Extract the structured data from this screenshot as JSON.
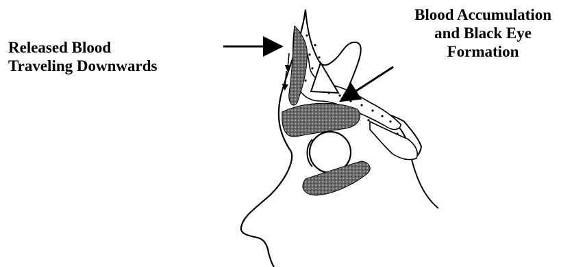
{
  "labels": {
    "left": [
      "Released Blood",
      "Traveling Downwards"
    ],
    "right": [
      "Blood Accumulation",
      "and Black Eye",
      "Formation"
    ]
  },
  "colors": {
    "line": "#000000",
    "shading": "#555555",
    "background": "#ffffff"
  }
}
